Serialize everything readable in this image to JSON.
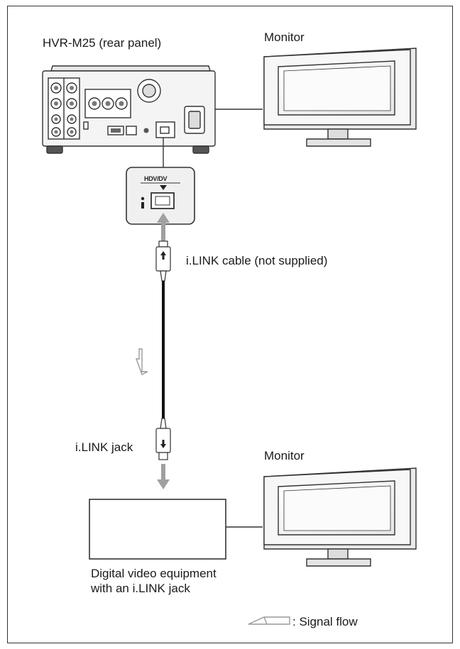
{
  "labels": {
    "device": "HVR-M25 (rear panel)",
    "monitor_top": "Monitor",
    "cable": "i.LINK cable (not supplied)",
    "jack": "i.LINK jack",
    "monitor_bottom": "Monitor",
    "equipment": "Digital video equipment with an i.LINK jack",
    "port": "HDV/DV",
    "legend": ": Signal flow"
  },
  "icons": {
    "flow_arrow": "hollow-arrow-down-icon",
    "legend_arrow": "hollow-arrow-left-icon",
    "ilink": "ilink-logo-icon"
  },
  "colors": {
    "line": "#333333",
    "arrow_gray": "#9a9a9a",
    "panel_fill": "#f2f2f2"
  }
}
